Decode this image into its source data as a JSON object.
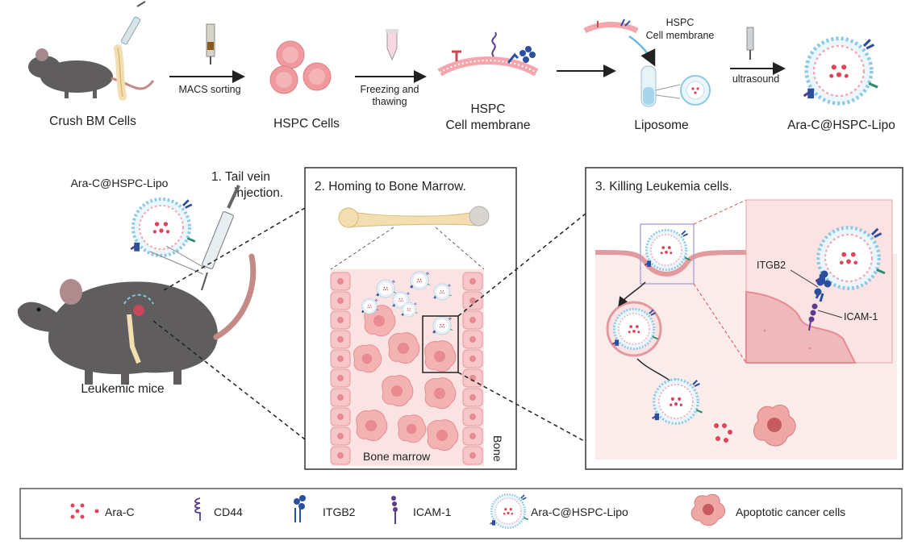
{
  "workflow": {
    "step_labels": {
      "crush": "Crush BM Cells",
      "hspc_cells": "HSPC Cells",
      "membrane_line1": "HSPC",
      "membrane_line2": "Cell membrane",
      "liposome": "Liposome",
      "final": "Ara-C@HSPC-Lipo"
    },
    "arrow_labels": {
      "macs": "MACS sorting",
      "freeze_line1": "Freezing and",
      "freeze_line2": "thawing",
      "membrane_add_line1": "HSPC",
      "membrane_add_line2": "Cell membrane",
      "ultrasound": "ultrasound"
    }
  },
  "injection": {
    "drug_label": "Ara-C@HSPC-Lipo",
    "step_line1": "1.  Tail vein",
    "step_line2": "injection.",
    "mouse_label": "Leukemic mice"
  },
  "homing_panel": {
    "title": "2. Homing to Bone Marrow.",
    "marrow_label": "Bone marrow",
    "bone_label": "Bone"
  },
  "killing_panel": {
    "title": "3. Killing Leukemia cells.",
    "receptor_label": "ITGB2",
    "ligand_label": "ICAM-1"
  },
  "legend": {
    "items": [
      {
        "label": "Ara-C",
        "icon": "drug-dots-icon"
      },
      {
        "label": "CD44",
        "icon": "cd44-icon"
      },
      {
        "label": "ITGB2",
        "icon": "itgb2-icon"
      },
      {
        "label": "ICAM-1",
        "icon": "icam1-icon"
      },
      {
        "label": "Ara-C@HSPC-Lipo",
        "icon": "liposome-icon"
      },
      {
        "label": "Apoptotic cancer cells",
        "icon": "apoptotic-cell-icon"
      }
    ]
  },
  "colors": {
    "cell_pink": "#ef9a9e",
    "tissue_pink": "#fbe3e3",
    "membrane_blue": "#7fc6e6",
    "receptor_blue": "#2b4f9e",
    "ligand_purple": "#5b3b8c",
    "drug_red": "#e0435a",
    "mouse_gray": "#5f5d5e"
  }
}
